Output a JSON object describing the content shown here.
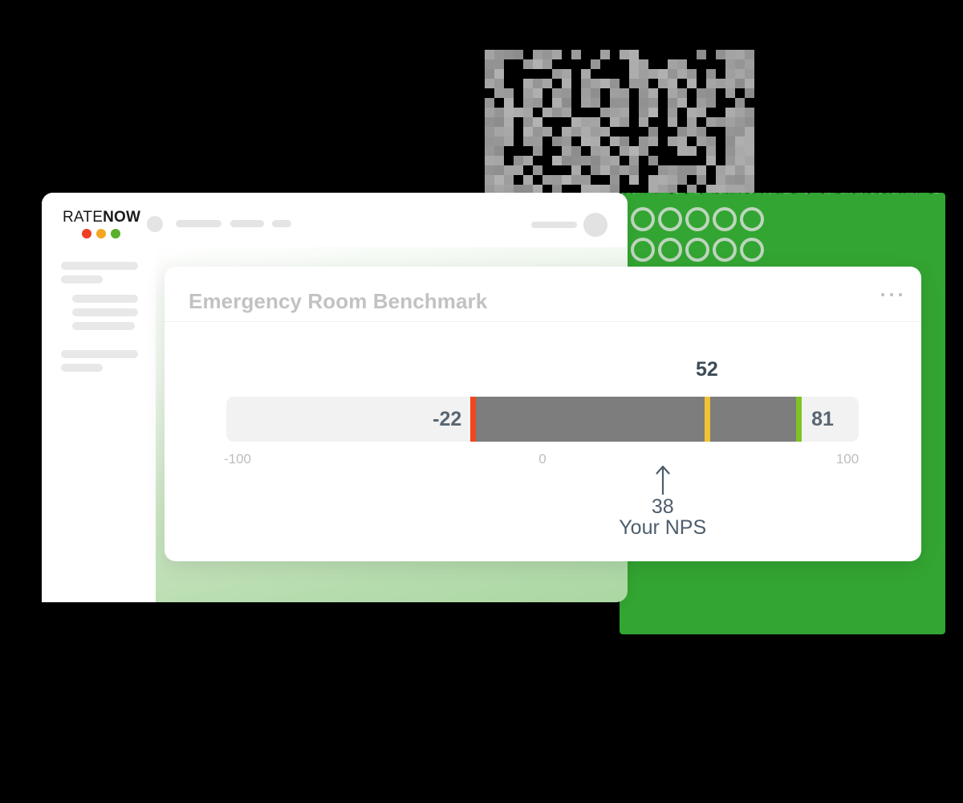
{
  "app": {
    "brand_light": "RATE",
    "brand_bold": "NOW",
    "brand_dot_colors": [
      "#ef4023",
      "#f5a623",
      "#5aaf2b"
    ],
    "accent_green": "#33a532"
  },
  "card": {
    "title": "Emergency Room Benchmark",
    "menu_icon": "ellipsis-icon"
  },
  "chart_data": {
    "type": "bar",
    "title": "Emergency Room Benchmark",
    "xlabel": "",
    "ylabel": "",
    "xlim": [
      -100,
      100
    ],
    "grid": false,
    "legend": null,
    "tick_labels": [
      "-100",
      "0",
      "100"
    ],
    "ticks": [
      -100,
      0,
      100
    ],
    "markers": [
      {
        "name": "benchmark-low",
        "label": "-22",
        "value": -22,
        "color": "#f0481e"
      },
      {
        "name": "benchmark-median",
        "label": "52",
        "value": 52,
        "color": "#f0c234"
      },
      {
        "name": "benchmark-high",
        "label": "81",
        "value": 81,
        "color": "#7ec323"
      }
    ],
    "range_fill": {
      "from": -22,
      "to": 81,
      "color": "#7d7d7d"
    },
    "track_color": "#f2f2f2",
    "pointer": {
      "value": 38,
      "value_label": "38",
      "caption": "Your NPS",
      "icon": "arrow-up-icon"
    }
  }
}
